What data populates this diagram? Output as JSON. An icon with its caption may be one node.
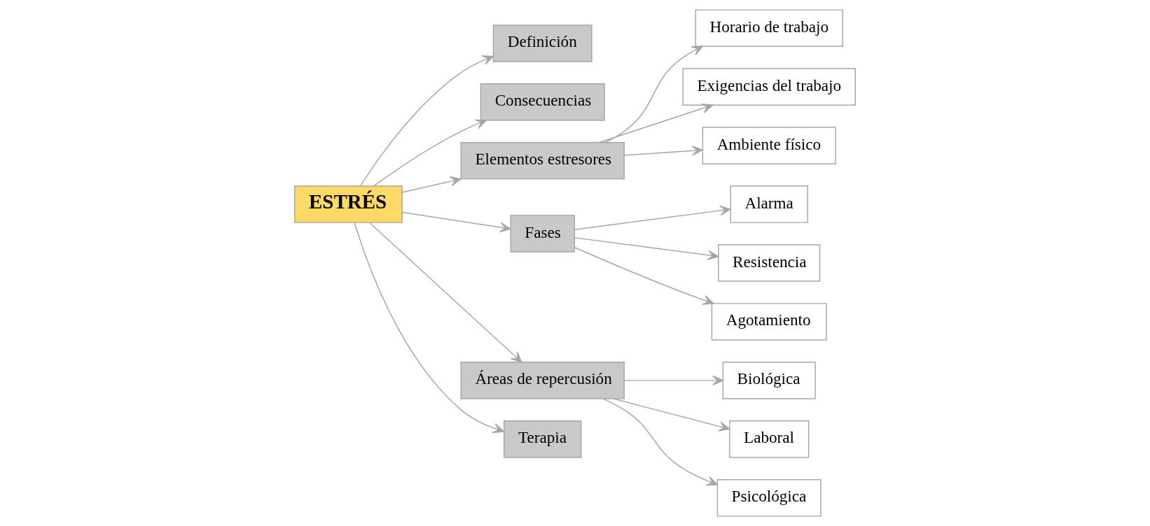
{
  "diagram": {
    "nodes": [
      {
        "text": [
          "ESTRÉS"
        ]
      },
      {
        "text": [
          "Definición"
        ]
      },
      {
        "text": [
          "Consecuencias"
        ]
      },
      {
        "text": [
          "Elementos estresores"
        ]
      },
      {
        "text": [
          "Horario de trabajo"
        ]
      },
      {
        "text": [
          "Exigencias del trabajo"
        ]
      },
      {
        "text": [
          "Ambiente físico"
        ]
      },
      {
        "text": [
          "Fases"
        ]
      },
      {
        "text": [
          "Alarma"
        ]
      },
      {
        "text": [
          "Resistencia"
        ]
      },
      {
        "text": [
          "Agotamiento"
        ]
      },
      {
        "text": [
          "Áreas de repercusión"
        ]
      },
      {
        "text": [
          "Terapia"
        ]
      },
      {
        "text": [
          "Biológica"
        ]
      },
      {
        "text": [
          "Laboral"
        ]
      },
      {
        "text": [
          "Psicológica"
        ]
      }
    ],
    "edges": [
      {
        "from": 0,
        "to": 1,
        "arrow": "to"
      },
      {
        "from": 0,
        "to": 2,
        "arrow": "to"
      },
      {
        "from": 0,
        "to": 3,
        "arrow": "to"
      },
      {
        "from": 0,
        "to": 7,
        "arrow": "to"
      },
      {
        "from": 0,
        "to": 11,
        "arrow": "to"
      },
      {
        "from": 0,
        "to": 12,
        "arrow": "to"
      },
      {
        "from": 3,
        "to": 4,
        "arrow": "to"
      },
      {
        "from": 3,
        "to": 5,
        "arrow": "to"
      },
      {
        "from": 3,
        "to": 6,
        "arrow": "to"
      },
      {
        "from": 7,
        "to": 8,
        "arrow": "to"
      },
      {
        "from": 7,
        "to": 9,
        "arrow": "to"
      },
      {
        "from": 7,
        "to": 10,
        "arrow": "to"
      },
      {
        "from": 11,
        "to": 13,
        "arrow": "to"
      },
      {
        "from": 11,
        "to": 14,
        "arrow": "to"
      },
      {
        "from": 11,
        "to": 15,
        "arrow": "to"
      }
    ]
  }
}
